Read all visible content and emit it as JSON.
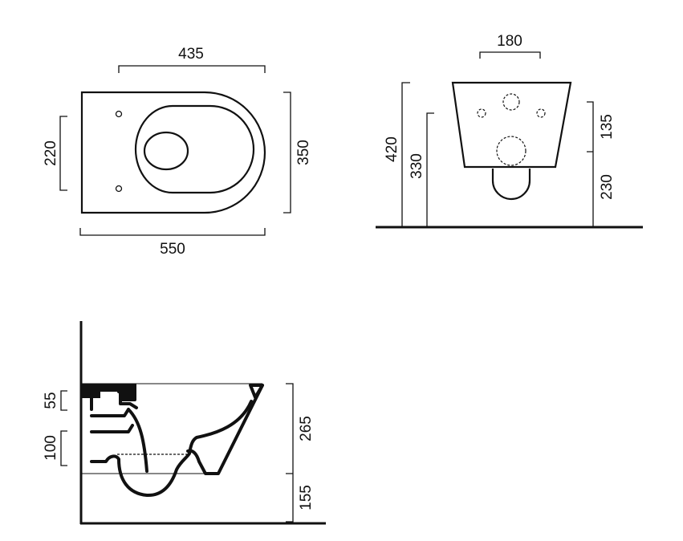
{
  "top_view": {
    "dims": {
      "width_top": "435",
      "holes_spacing": "220",
      "depth": "350",
      "length": "550"
    }
  },
  "front_view": {
    "dims": {
      "bolt_spacing": "180",
      "total_height": "420",
      "bolt_height": "330",
      "upper": "135",
      "lower": "230"
    }
  },
  "side_view": {
    "dims": {
      "d55": "55",
      "d100": "100",
      "bowl_height": "265",
      "clearance": "155"
    }
  }
}
